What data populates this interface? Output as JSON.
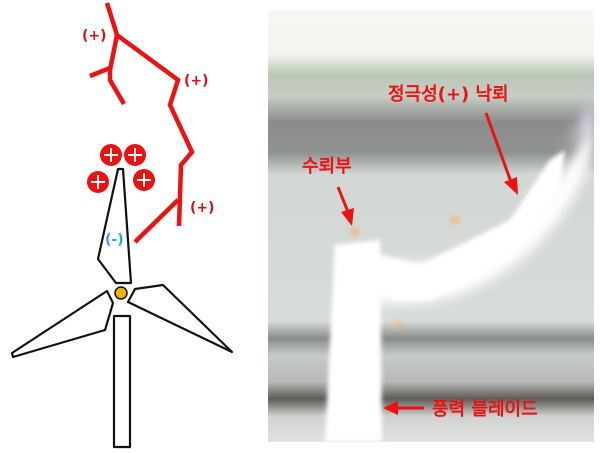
{
  "diagram": {
    "strike_labels": [
      "(+)",
      "(+)",
      "(+)"
    ],
    "blade_charge_label": "(-)",
    "positive_charge_symbol": "+",
    "colors": {
      "lightning": "#ee1111",
      "negative_label": "#29a3e0",
      "hub": "#f2b400",
      "outline": "#111111"
    }
  },
  "photo": {
    "label_lightning": "정극성(+) 낙뢰",
    "label_receptor": "수뢰부",
    "label_blade": "풍력 블레이드",
    "label_color": "#ee1111"
  }
}
